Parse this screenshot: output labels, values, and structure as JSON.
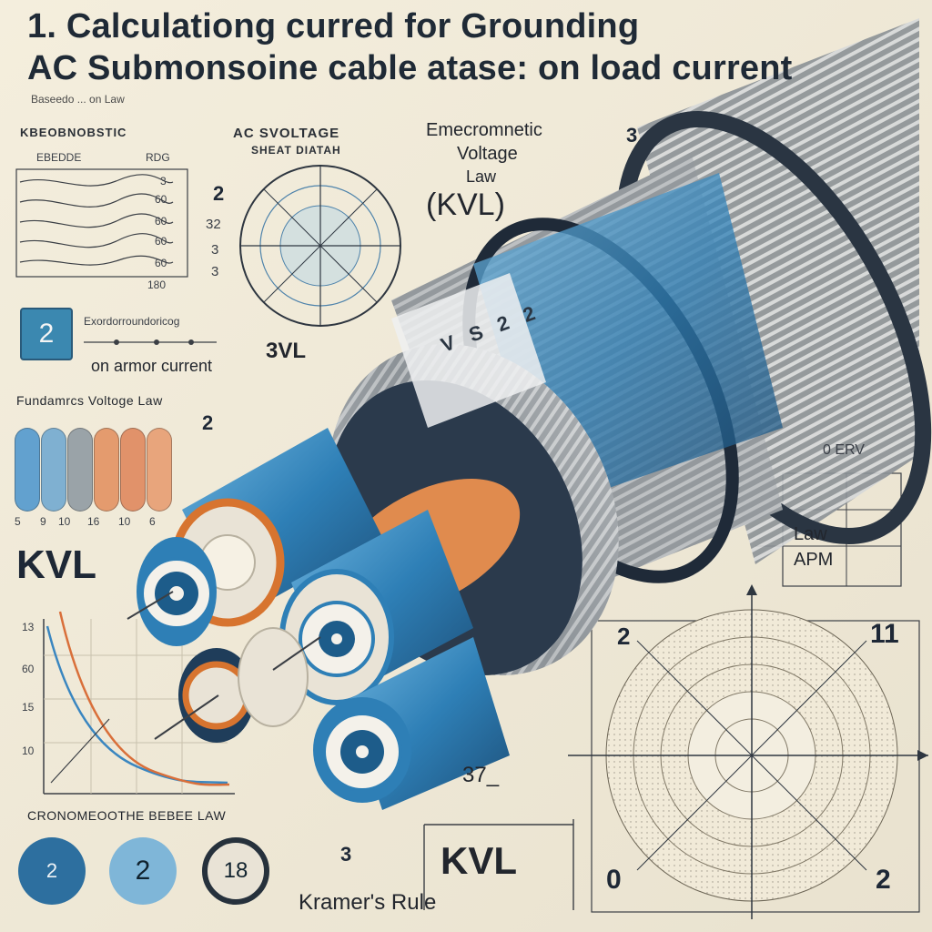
{
  "title": {
    "line1": "1. Calculationg curred for Grounding",
    "line2": "AC Submonsoine cable atase: on load current",
    "subtitle": "Baseedo  ...  on Law"
  },
  "top_left_panel": {
    "heading": "KBEOBNOBSTIC",
    "col_a": "EBEDDE",
    "col_b": "RDG",
    "rows": [
      "3",
      "60",
      "60",
      "60",
      "60",
      "180"
    ]
  },
  "sheath_panel": {
    "line1": "AC SVOLTAGE",
    "line2": "SHEAT DIATAH"
  },
  "side_numbers": {
    "n1": "2",
    "n2": "32",
    "n3": "3",
    "n4": "3"
  },
  "em_panel": {
    "line1": "Emecromnetic",
    "line2": "Voltage",
    "line3": "Law",
    "line4": "(KVL)",
    "badge": "3"
  },
  "armor_panel": {
    "badge": "2",
    "caption_top": "Exordorroundoricog",
    "caption": "on armor current",
    "kvl3": "3VL"
  },
  "bars_panel": {
    "heading": "Fundamrcs Voltoge Law",
    "badge": "2",
    "colors": [
      "#62a1cf",
      "#7fb0d1",
      "#9aa3a8",
      "#e49b6e",
      "#e1926a",
      "#e8a57c"
    ],
    "ticks": [
      "5",
      "9",
      "10",
      "16",
      "10",
      "6"
    ]
  },
  "kvl_left": "KVL",
  "curve_chart": {
    "ticks": [
      "13",
      "60",
      "15",
      "10"
    ],
    "caption": "CRONOMEOOTHE BEBEE LAW"
  },
  "badges_bottom": [
    "2",
    "2",
    "18"
  ],
  "kramer": {
    "badge": "3",
    "label": "Kramer's Rule"
  },
  "kvl_box": "KVL",
  "value_37": "37_",
  "right_panel": {
    "top_marks": "0  ERV",
    "label1": "Law",
    "label2": "APM"
  },
  "polar_chart": {
    "corner_tl": "2",
    "corner_tr": "11",
    "corner_bl": "0",
    "corner_br": "2"
  },
  "cable_labels": {
    "band_text": "V S 2 2"
  },
  "colors": {
    "background": "#f1ead8",
    "cable_blue": "#2e7fb6",
    "insulation_orange": "#e08b4e",
    "armor_grey": "#8e9499",
    "jacket_dark": "#2a3542"
  }
}
